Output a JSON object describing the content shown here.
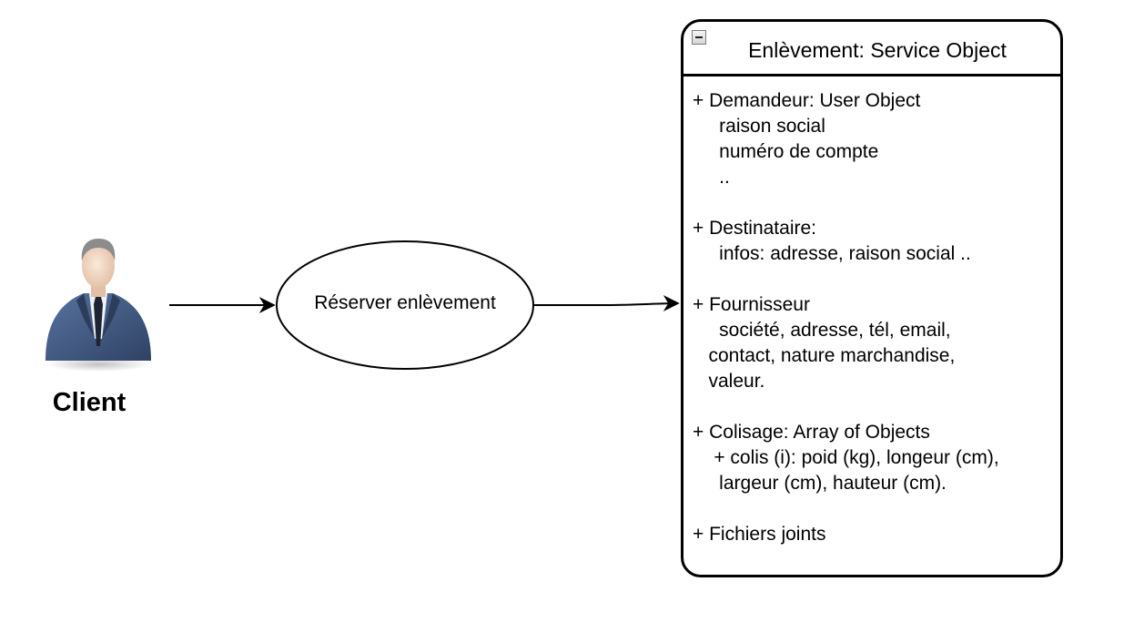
{
  "actor": {
    "icon": "business-person-icon",
    "label": "Client"
  },
  "use_case": {
    "label": "Réserver enlèvement"
  },
  "object": {
    "title": "Enlèvement: Service Object",
    "toggle_icon": "collapse-minus-icon",
    "attributes": [
      {
        "lines": [
          "+ Demandeur: User Object",
          "     raison social",
          "     numéro de compte",
          "     .."
        ]
      },
      {
        "lines": [
          "+ Destinataire:",
          "     infos: adresse, raison social .."
        ]
      },
      {
        "lines": [
          "+ Fournisseur",
          "     société, adresse, tél, email,",
          "   contact, nature marchandise,",
          "   valeur."
        ]
      },
      {
        "lines": [
          "+ Colisage: Array of Objects",
          "    + colis (i): poid (kg), longeur (cm),",
          "     largeur (cm), hauteur (cm)."
        ]
      },
      {
        "lines": [
          "+ Fichiers joints"
        ]
      }
    ]
  },
  "colors": {
    "line": "#000000",
    "background": "#ffffff",
    "suit": "#3d5478",
    "tie": "#1d2433",
    "skin": "#f0d7c4",
    "hair": "#8c8c8c"
  }
}
